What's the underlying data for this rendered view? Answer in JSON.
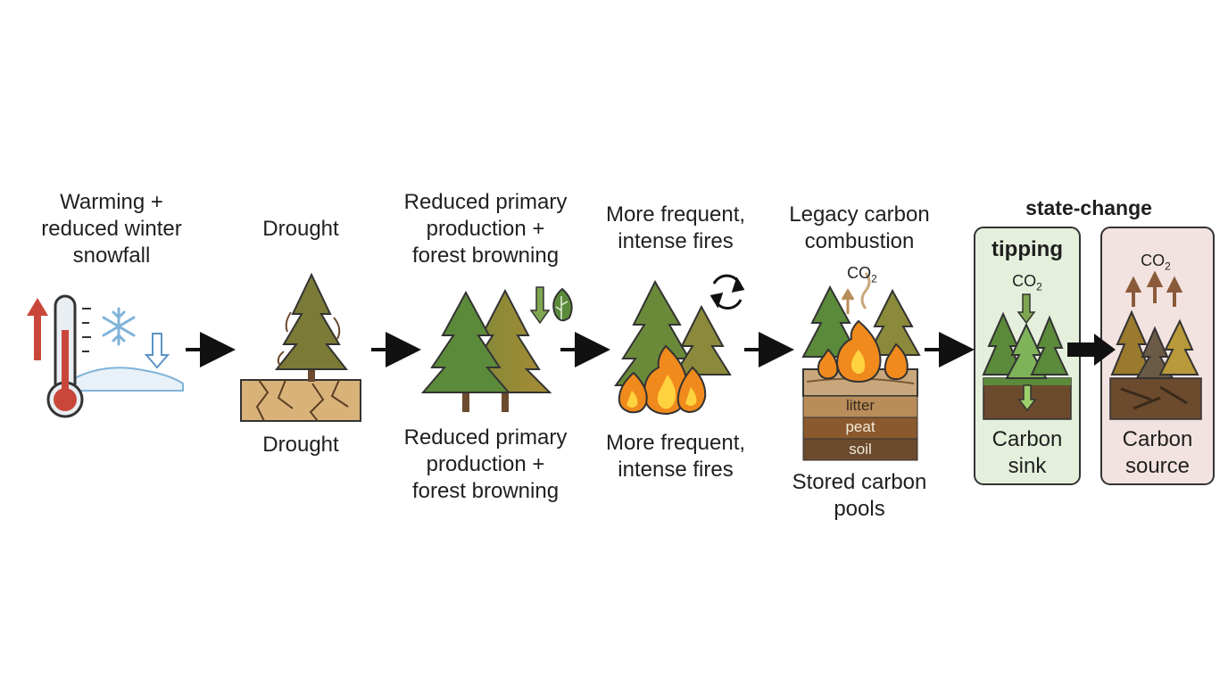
{
  "stages": [
    {
      "id": "warming",
      "label_top": "Warming +\nreduced winter\nsnowfall"
    },
    {
      "id": "drought",
      "label_top": "Drought",
      "label_bottom": "Drought"
    },
    {
      "id": "browning",
      "label_top": "Reduced primary\nproduction +\nforest browning",
      "label_bottom": "Reduced primary\nproduction +\nforest browning"
    },
    {
      "id": "fires",
      "label_top": "More frequent,\nintense fires",
      "label_bottom": "More frequent,\nintense fires"
    },
    {
      "id": "legacy",
      "label_top": "Legacy carbon\ncombustion",
      "label_bottom": "Stored carbon\npools",
      "co2": "CO",
      "co2_sub": "2",
      "layers": [
        "litter",
        "peat",
        "soil"
      ]
    }
  ],
  "state_change": {
    "title": "state-change",
    "tipping": {
      "title": "tipping",
      "co2": "CO",
      "co2_sub": "2",
      "label": "Carbon\nsink"
    },
    "source": {
      "co2": "CO",
      "co2_sub": "2",
      "label": "Carbon\nsource"
    }
  },
  "colors": {
    "arrow": "#111111",
    "tree_green": "#5b8a3a",
    "tree_brown": "#9a7a2e",
    "fire_orange": "#f08a1c",
    "fire_yellow": "#ffd23f",
    "warming_red": "#c9473a",
    "snow_blue": "#7fb3d9",
    "sink_bg": "#e5f0dc",
    "source_bg": "#f3e3e0",
    "soil": "#6b4a2e",
    "peat": "#8a5a2e",
    "litter": "#c9a77c"
  },
  "icons": [
    "thermometer-icon",
    "snowflake-icon",
    "down-arrow-icon",
    "leaf-icon",
    "cycle-icon",
    "fire-icon"
  ]
}
